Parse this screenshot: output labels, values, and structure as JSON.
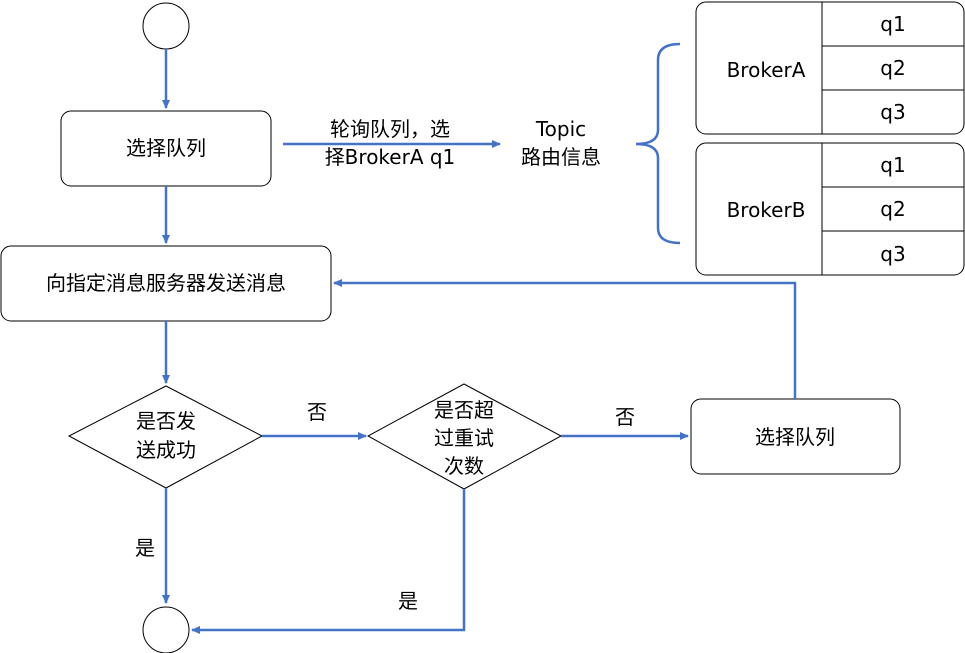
{
  "colors": {
    "stroke": "#000000",
    "arrow": "#4472c4",
    "fill": "#ffffff"
  },
  "nodes": {
    "select_queue_top": "选择队列",
    "send_message": "向指定消息服务器发送消息",
    "send_success": [
      "是否发",
      "送成功"
    ],
    "over_retry": [
      "是否超",
      "过重试",
      "次数"
    ],
    "select_queue_right": "选择队列"
  },
  "edges": {
    "poll_label": [
      "轮询队列，选",
      "择BrokerA q1"
    ],
    "no_1": "否",
    "no_2": "否",
    "yes_1": "是",
    "yes_2": "是"
  },
  "topic": {
    "label": [
      "Topic",
      "路由信息"
    ]
  },
  "brokers": [
    {
      "name": "BrokerA",
      "queues": [
        "q1",
        "q2",
        "q3"
      ]
    },
    {
      "name": "BrokerB",
      "queues": [
        "q1",
        "q2",
        "q3"
      ]
    }
  ]
}
